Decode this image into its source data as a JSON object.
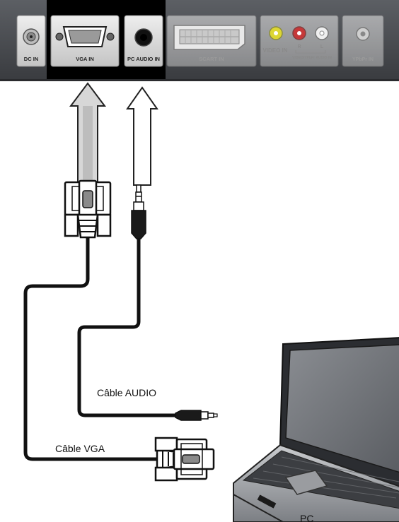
{
  "panel": {
    "ports": {
      "dc_in": "DC IN",
      "vga_in": "VGA IN",
      "pc_audio_in": "PC AUDIO IN",
      "scart_in": "SCART IN",
      "video_in": "VIDEO IN",
      "r": "R",
      "l": "L",
      "video_ypbpr_audio_in": "VIDEO/YPbPr AUDIO IN",
      "ypbpr_in": "YPbPr IN"
    }
  },
  "cables": {
    "audio_label": "Câble AUDIO",
    "vga_label": "Câble VGA"
  },
  "device": {
    "pc_label": "PC"
  },
  "colors": {
    "panel": "#4a4d52",
    "panel_highlight": "#000000",
    "port_box": "#d9d9d9",
    "cable": "#111111",
    "video_jack": "#e8e020",
    "r_jack": "#d02020"
  }
}
